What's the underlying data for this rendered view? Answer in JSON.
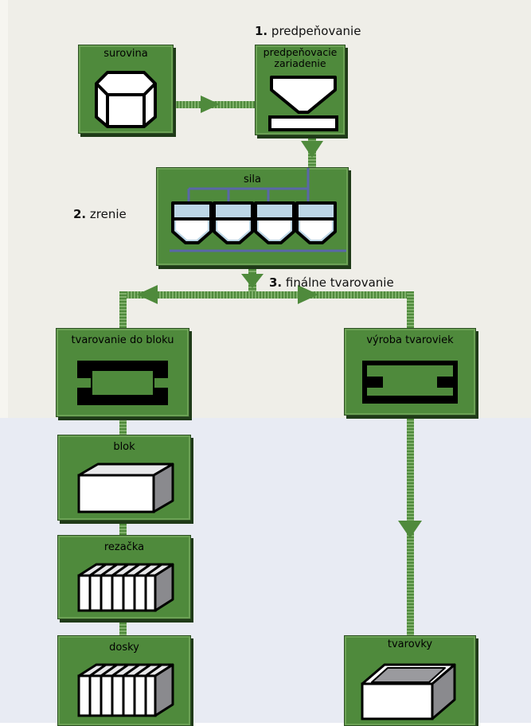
{
  "stages": {
    "s1_num": "1.",
    "s1_text": "predpeňovanie",
    "s2_num": "2.",
    "s2_text": "zrenie",
    "s3_num": "3.",
    "s3_text": "finálne tvarovanie"
  },
  "nodes": {
    "surovina": "surovina",
    "predpenovacie": "predpeňovacie zariadenie",
    "sila": "sila",
    "tvarovanie_do_bloku": "tvarovanie do bloku",
    "vyroba_tvaroviek": "výroba tvaroviek",
    "blok": "blok",
    "rezacka": "rezačka",
    "dosky": "dosky",
    "tvarovky": "tvarovky"
  },
  "colors": {
    "box_green": "#4f8a3c",
    "connector_green": "#4f8a3c",
    "silo_fill": "#bcd6e6",
    "pipe_blue": "#5a67a8"
  }
}
